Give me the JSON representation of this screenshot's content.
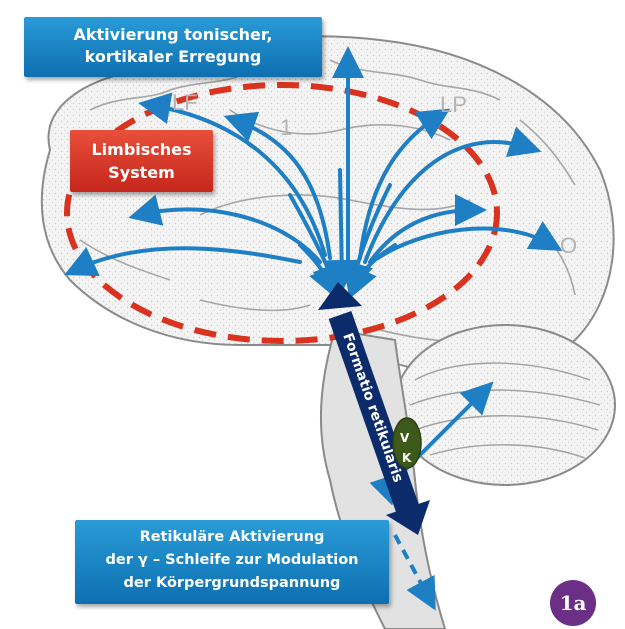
{
  "top_box": {
    "line1": "Aktivierung tonischer,",
    "line2": "kortikaler Erregung"
  },
  "limbic_box": {
    "line1": "Limbisches",
    "line2": "System"
  },
  "bottom_box": {
    "line1": "Retikuläre Aktivierung",
    "line2": "der γ – Schleife zur Modulation",
    "line3": "der Körpergrundspannung"
  },
  "formatio_label": "Formatio retikularis",
  "nucleus_labels": {
    "top": "V",
    "bottom": "K"
  },
  "lobe_labels": {
    "frontal": "LF",
    "central": "1",
    "parietal": "LP",
    "occipital": "O"
  },
  "figure_badge": "1a",
  "colors": {
    "arrow_blue": "#1f7fc4",
    "limbic_red": "#d9321f",
    "formatio_navy": "#0c2b6b",
    "nucleus_green": "#3e5a1a",
    "badge_purple": "#6b2f86"
  }
}
